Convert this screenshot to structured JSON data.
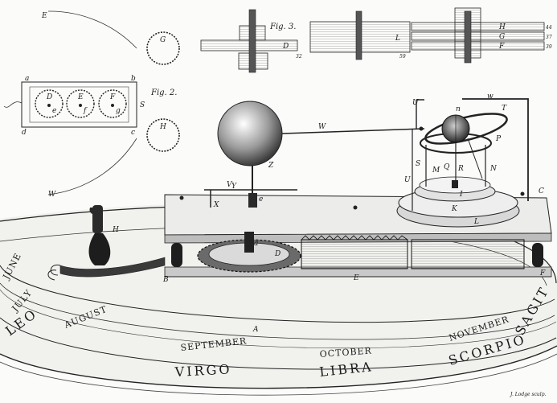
{
  "figure_captions": {
    "fig2": "Fig. 2.",
    "fig3": "Fig. 3."
  },
  "fig2_labels": {
    "E": "E",
    "W": "W",
    "a": "a",
    "b": "b",
    "d": "d",
    "c": "c",
    "S": "S",
    "D": "D",
    "E2": "E",
    "F": "F",
    "e": "e",
    "f": "f",
    "g": "g",
    "G": "G",
    "H": "H"
  },
  "fig3_labels": {
    "D": "D",
    "H": "H",
    "L": "L",
    "G": "G",
    "F": "F",
    "n32": "32",
    "n59": "59",
    "n44": "44",
    "n37": "37",
    "n39": "39"
  },
  "main_labels": {
    "A": "A",
    "B": "B",
    "C": "C",
    "D": "D",
    "E": "E",
    "F": "F",
    "H": "H",
    "I": "I",
    "K": "K",
    "L": "L",
    "M": "M",
    "N": "N",
    "P": "P",
    "Q": "Q",
    "R": "R",
    "S": "S",
    "T": "T",
    "U": "U",
    "V": "V",
    "W": "W",
    "X": "X",
    "Y": "Y",
    "Z": "Z",
    "a": "a",
    "e": "e",
    "n": "n",
    "w": "w"
  },
  "dial_months": [
    "JUNE",
    "JULY",
    "AUGUST",
    "SEPTEMBER",
    "OCTOBER",
    "NOVEMBER"
  ],
  "dial_zodiac": [
    "LEO",
    "VIRGO",
    "LIBRA",
    "SCORPIO",
    "SAGIT"
  ],
  "engraver": "J. Lodge sculp."
}
